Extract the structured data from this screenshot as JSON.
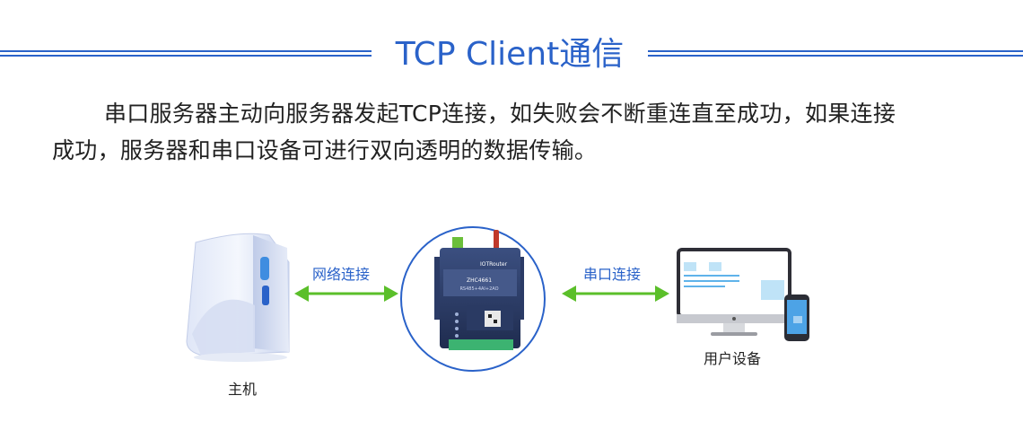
{
  "title": "TCP Client通信",
  "description": {
    "line1": "串口服务器主动向服务器发起TCP连接，如失败会不断重连直至成功，如果连接",
    "line2": "成功，服务器和串口设备可进行双向透明的数据传输。"
  },
  "diagram": {
    "host_label": "主机",
    "network_link_label": "网络连接",
    "serial_link_label": "串口连接",
    "user_device_label": "用户设备",
    "device_brand": "IOTRouter",
    "device_model": "ZHC4661",
    "device_spec": "RS485+4AI+2AO",
    "colors": {
      "accent_blue": "#2a62c9",
      "arrow_green": "#5bbf2a"
    }
  }
}
